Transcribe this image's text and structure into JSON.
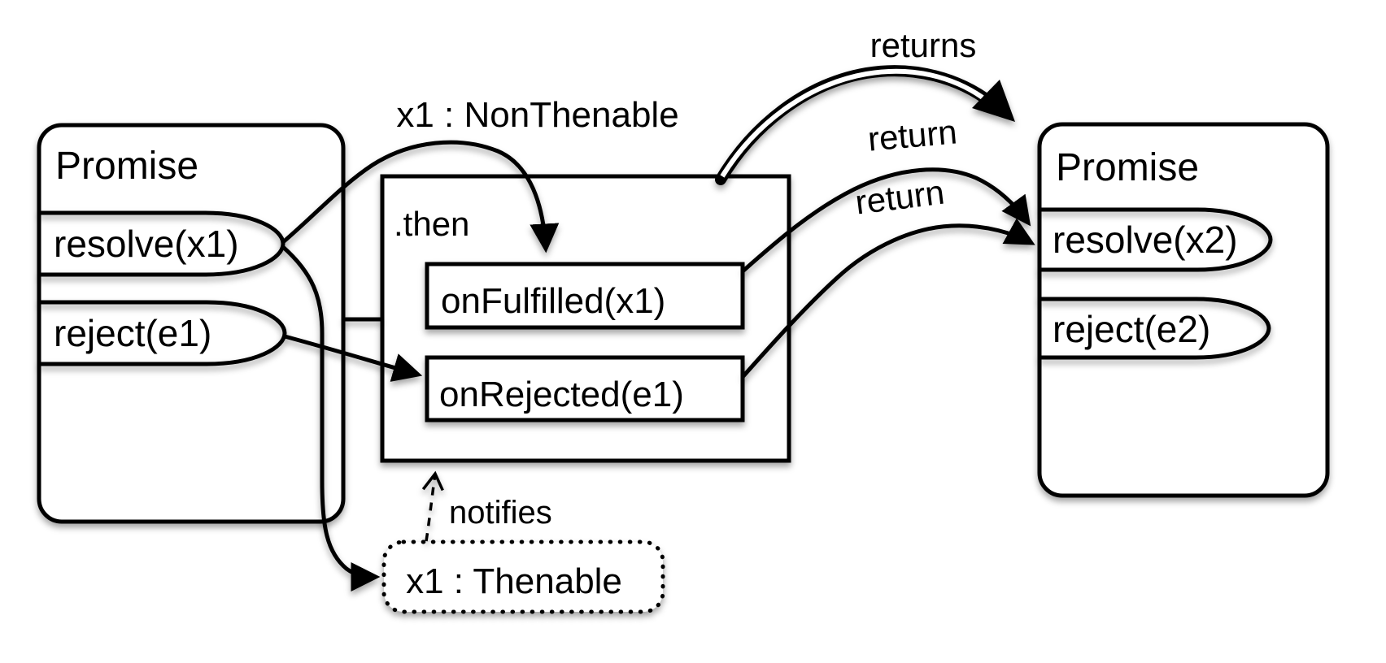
{
  "diagram": {
    "promise1": {
      "title": "Promise",
      "resolve_label": "resolve(x1)",
      "reject_label": "reject(e1)"
    },
    "then_box": {
      "title": ".then",
      "on_fulfilled_label": "onFulfilled(x1)",
      "on_rejected_label": "onRejected(e1)"
    },
    "promise2": {
      "title": "Promise",
      "resolve_label": "resolve(x2)",
      "reject_label": "reject(e2)"
    },
    "thenable_box": {
      "label": "x1 : Thenable"
    },
    "arrow_labels": {
      "non_thenable": "x1 : NonThenable",
      "returns": "returns",
      "return_from_fulfilled": "return",
      "return_from_rejected": "return",
      "notifies": "notifies"
    },
    "colors": {
      "stroke": "#000000",
      "background": "#ffffff"
    }
  }
}
